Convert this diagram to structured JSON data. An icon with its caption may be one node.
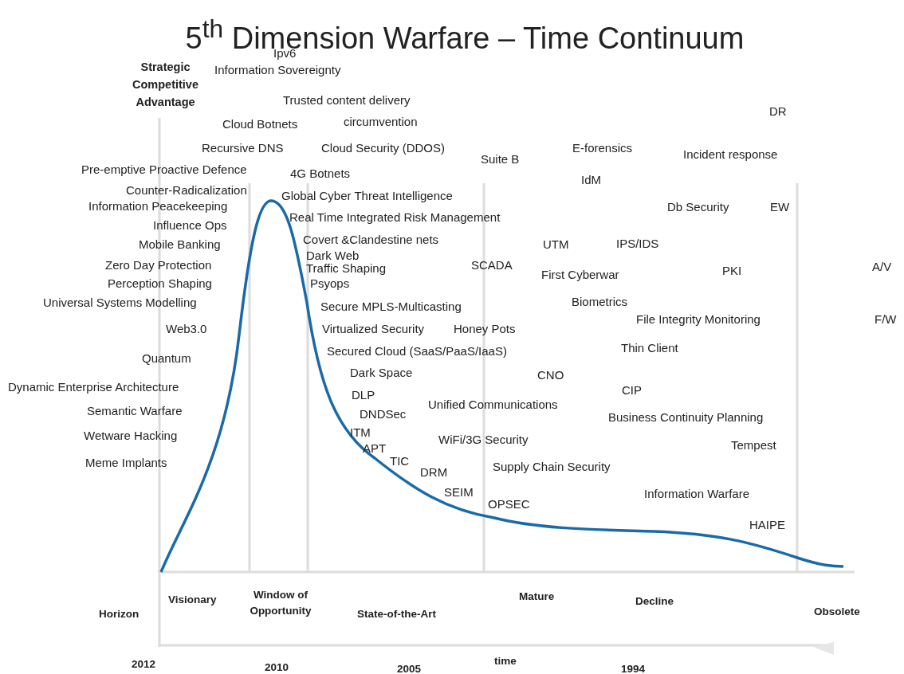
{
  "diagram": {
    "title": "5$^{th}$ Dimension Warfare – Time Continuum",
    "labels": [
      "Ipv6",
      "Strategic Competitive Advantage",
      "Information Sovereignty",
      "Trusted content delivery",
      "DR",
      "Cloud Botnets",
      "circumvention",
      "Recursive DNS",
      "Cloud Security (DDOS)",
      "Suite B",
      "E-forensics",
      "Incident response",
      "Pre-emptive Proactive Defence",
      "4G Botnets",
      "IdM",
      "Counter-Radicalization",
      "Global Cyber Threat Intelligence",
      "Information Peacekeeping",
      "Db Security",
      "EW",
      "Real Time Integrated Risk Management",
      "Influence Ops",
      "Covert &Clandestine nets",
      "Mobile Banking",
      "UTM",
      "IPS/IDS",
      "Dark Web",
      "Zero Day Protection",
      "Traffic Shaping",
      "SCADA",
      "First Cyberwar",
      "PKI",
      "A/V",
      "Perception Shaping",
      "Psyops",
      "Universal Systems Modelling",
      "Biometrics",
      "Secure MPLS-Multicasting",
      "File Integrity Monitoring",
      "F/W",
      "Web3.0",
      "Virtualized Security",
      "Honey Pots",
      "Secured Cloud (SaaS/PaaS/IaaS)",
      "Thin Client",
      "Quantum",
      "Dark Space",
      "CNO",
      "Dynamic Enterprise Architecture",
      "CIP",
      "DLP",
      "Unified Communications",
      "Semantic Warfare",
      "DNDSec",
      "Business Continuity Planning",
      "ITM",
      "Wetware Hacking",
      "WiFi/3G Security",
      "APT",
      "Tempest",
      "TIC",
      "Meme Implants",
      "Supply Chain Security",
      "DRM",
      "SEIM",
      "Information Warfare",
      "OPSEC",
      "HAIPE",
      "Visionary",
      "Window of Opportunity",
      "Mature",
      "Decline",
      "Horizon",
      "State-of-the-Art",
      "Obsolete",
      "2012",
      "time",
      "2010",
      "2005",
      "1994"
    ]
  }
}
